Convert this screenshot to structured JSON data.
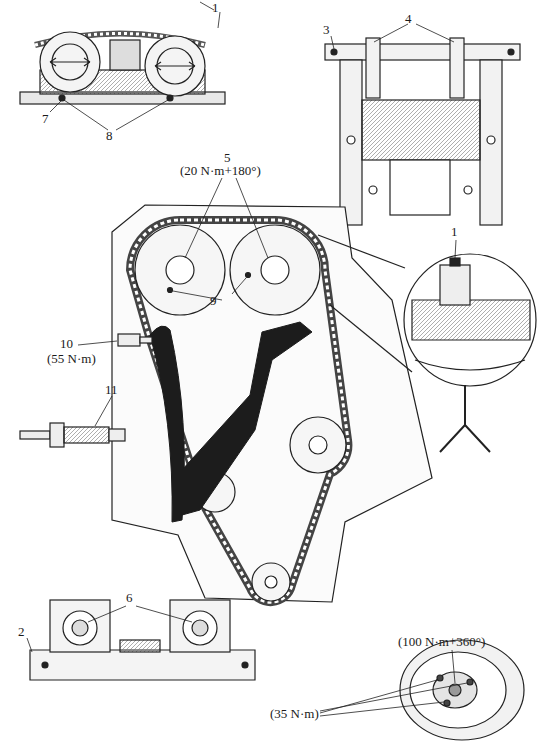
{
  "diagram": {
    "labels": [
      "1",
      "3",
      "4",
      "7",
      "8",
      "5",
      "(20 N·m+180°)",
      "9",
      "10",
      "(55 N·m)",
      "11",
      "1",
      "6",
      "2",
      "(100 N·m+360°)",
      "(35 N·m)"
    ]
  }
}
